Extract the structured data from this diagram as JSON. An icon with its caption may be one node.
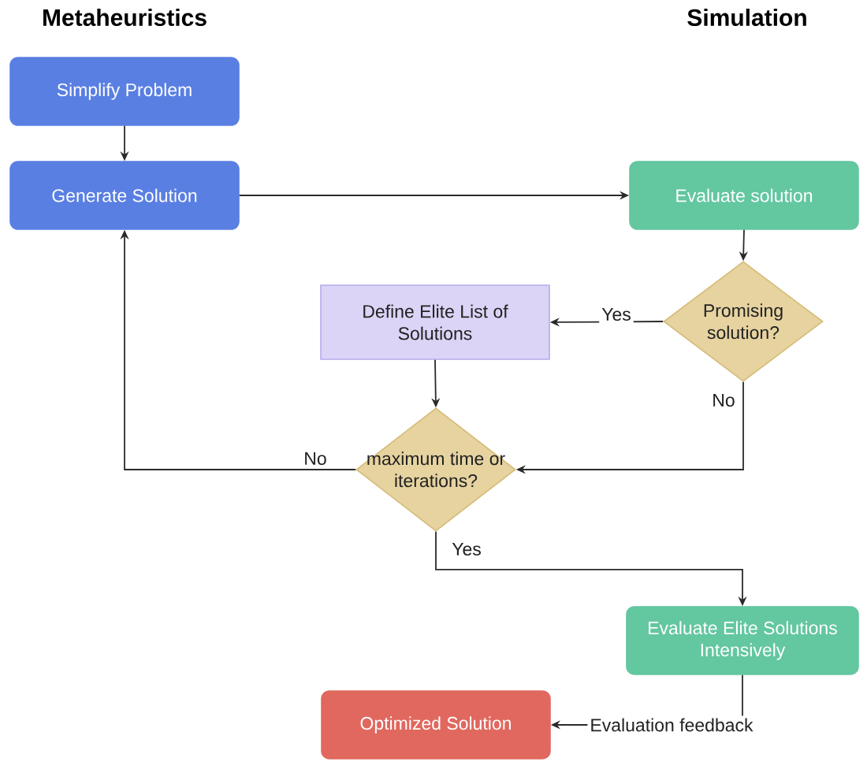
{
  "diagram": {
    "nodes": [
      {
        "text": [
          "Simplify Problem"
        ]
      },
      {
        "text": [
          "Generate Solution"
        ]
      },
      {
        "text": [
          "Evaluate solution"
        ]
      },
      {
        "text": [
          "Define Elite List of Solutions"
        ]
      },
      {
        "text": [
          "Promising solution?"
        ]
      },
      {
        "text": [
          "maximum time or iterations?"
        ]
      },
      {
        "text": [
          "Evaluate Elite Solutions Intensively"
        ]
      },
      {
        "text": [
          "Optimized Solution"
        ]
      }
    ],
    "edges": [
      {
        "from": 0,
        "to": 1,
        "arrow": "to"
      },
      {
        "from": 1,
        "to": 2,
        "arrow": "to"
      },
      {
        "from": 2,
        "to": 4,
        "arrow": "to"
      },
      {
        "from": 4,
        "to": 3,
        "arrow": "to",
        "label": "Yes"
      },
      {
        "from": 4,
        "to": 5,
        "arrow": "to",
        "label": "No"
      },
      {
        "from": 3,
        "to": 5,
        "arrow": "to"
      },
      {
        "from": 5,
        "to": 1,
        "arrow": "to",
        "label": "No"
      },
      {
        "from": 5,
        "to": 6,
        "arrow": "to",
        "label": "Yes"
      },
      {
        "from": 6,
        "to": 7,
        "arrow": "to",
        "label": "Evaluation feedback"
      }
    ],
    "labels": [
      "Metaheuristics",
      "Simulation"
    ]
  }
}
